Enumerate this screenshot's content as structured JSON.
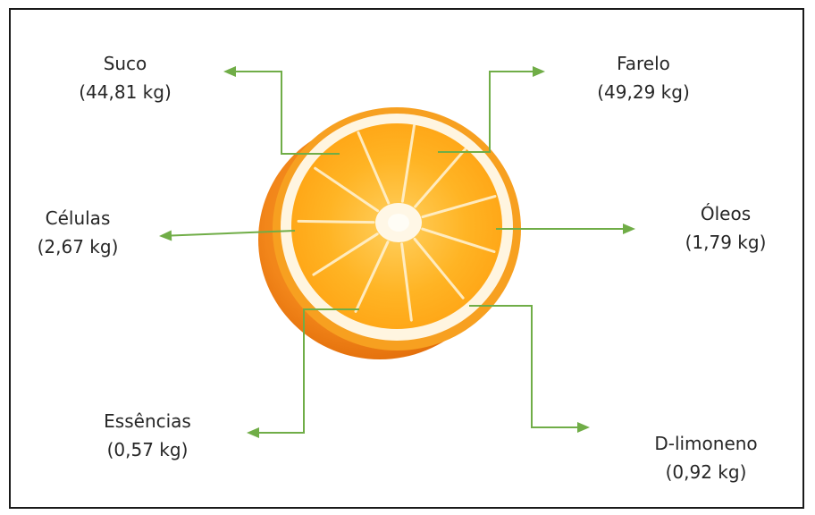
{
  "colors": {
    "arrow": "#70ad47",
    "frame": "#1a1a1a",
    "text": "#262626",
    "peel_outer": "#f07a10",
    "peel_mid": "#f59a1c",
    "pith": "#fff6e4",
    "pulp": "#ffad1a",
    "pulp_light": "#ffcf5a",
    "core": "#fff7e6"
  },
  "image": {
    "subject": "orange-half"
  },
  "outputs": [
    {
      "id": "suco",
      "name": "Suco",
      "amount": "(44,81 kg)"
    },
    {
      "id": "farelo",
      "name": "Farelo",
      "amount": "(49,29 kg)"
    },
    {
      "id": "celulas",
      "name": "Células",
      "amount": "(2,67 kg)"
    },
    {
      "id": "oleos",
      "name": "Óleos",
      "amount": "(1,79 kg)"
    },
    {
      "id": "essencias",
      "name": "Essências",
      "amount": "(0,57 kg)"
    },
    {
      "id": "dlimoneno",
      "name": "D-limoneno",
      "amount": "(0,92 kg)"
    }
  ]
}
